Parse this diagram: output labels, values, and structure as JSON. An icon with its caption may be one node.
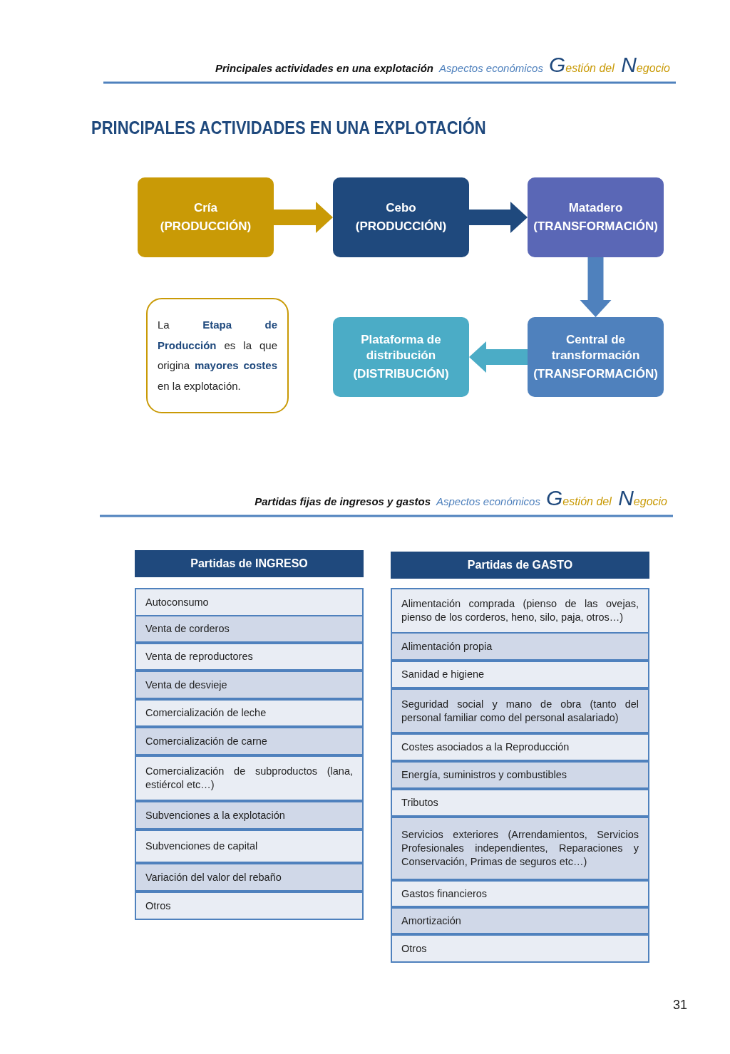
{
  "diagram": {
    "title": "PRINCIPALES ACTIVIDADES EN UNA EXPLOTACIÓN",
    "nodes": [
      {
        "text": [
          "Cría",
          "(PRODUCCIÓN)"
        ]
      },
      {
        "text": [
          "Cebo",
          "(PRODUCCIÓN)"
        ]
      },
      {
        "text": [
          "Matadero",
          "(TRANSFORMACIÓN)"
        ]
      },
      {
        "text": [
          "Central de transformación",
          "(TRANSFORMACIÓN)"
        ]
      },
      {
        "text": [
          "Plataforma de distribución",
          "(DISTRIBUCIÓN)"
        ]
      },
      {
        "text": [
          "La **Etapa de Producción** es la que origina **mayores costes** en la explotación."
        ]
      }
    ],
    "edges": [
      {
        "from": 0,
        "to": 1,
        "arrow": "to",
        "style": "thick",
        "color": "#c99a06"
      },
      {
        "from": 1,
        "to": 2,
        "arrow": "to",
        "style": "thick",
        "color": "#1f497d"
      },
      {
        "from": 2,
        "to": 3,
        "arrow": "to",
        "style": "thick",
        "color": "#4f81bd"
      },
      {
        "from": 3,
        "to": 4,
        "arrow": "to",
        "style": "thick",
        "color": "#4bacc6"
      }
    ],
    "labels": [
      "Principales actividades en una explotación",
      "Aspectos económicos",
      "Gestión del Negocio",
      "Partidas fijas de ingresos y gastos",
      "Aspectos económicos",
      "Gestión del Negocio",
      "Partidas de INGRESO",
      "Autoconsumo",
      "Venta de corderos",
      "Venta de reproductores",
      "Venta de desvieje",
      "Comercialización de leche",
      "Comercialización de carne",
      "Comercialización de subproductos (lana, estiércol etc…)",
      "Subvenciones a la explotación",
      "Subvenciones de capital",
      "Variación del valor del rebaño",
      "Otros",
      "Partidas de GASTO",
      "Alimentación comprada (pienso de las ovejas, pienso de los corderos, heno, silo, paja, otros…)",
      "Alimentación propia",
      "Sanidad e higiene",
      "Seguridad social y mano de obra (tanto del personal familiar como del personal asalariado)",
      "Costes asociados a la Reproducción",
      "Energía, suministros y combustibles",
      "Tributos",
      "Servicios exteriores (Arrendamientos, Servicios Profesionales independientes, Reparaciones y Conservación, Primas de seguros etc…)",
      "Gastos financieros",
      "Amortización",
      "Otros",
      "31"
    ]
  }
}
